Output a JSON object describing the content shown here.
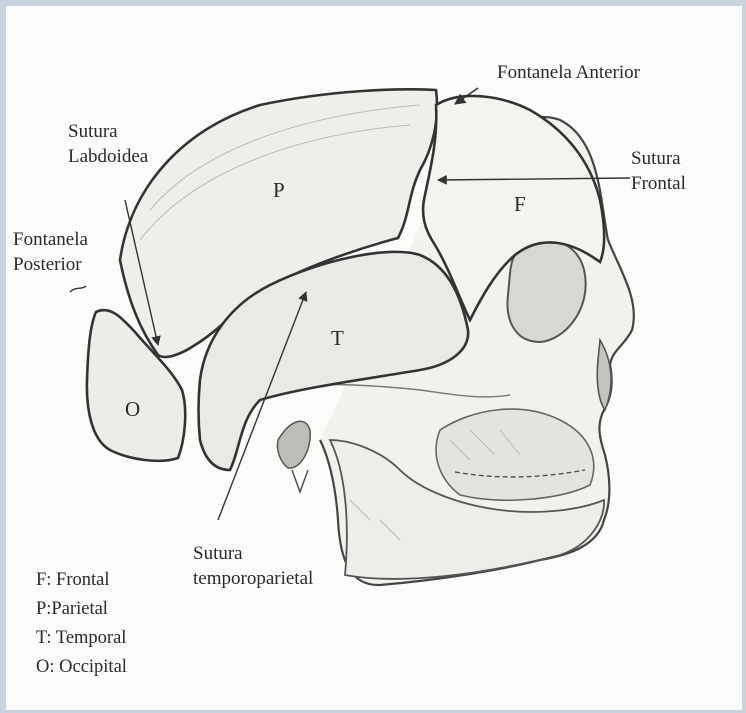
{
  "labels": {
    "fontanela_anterior": "Fontanela Anterior",
    "sutura_labdoidea_1": "Sutura",
    "sutura_labdoidea_2": "Labdoidea",
    "sutura_frontal_1": "Sutura",
    "sutura_frontal_2": "Frontal",
    "fontanela_posterior_1": "Fontanela",
    "fontanela_posterior_2": "Posterior",
    "sutura_temporoparietal_1": "Sutura",
    "sutura_temporoparietal_2": "temporoparietal"
  },
  "bones": {
    "parietal": "P",
    "frontal": "F",
    "temporal": "T",
    "occipital": "O"
  },
  "legend": [
    "F: Frontal",
    "P:Parietal",
    "T: Temporal",
    "O: Occipital"
  ],
  "colors": {
    "background": "#c9d3df",
    "paper": "#fbfbf9",
    "ink": "#2a2a2a"
  }
}
